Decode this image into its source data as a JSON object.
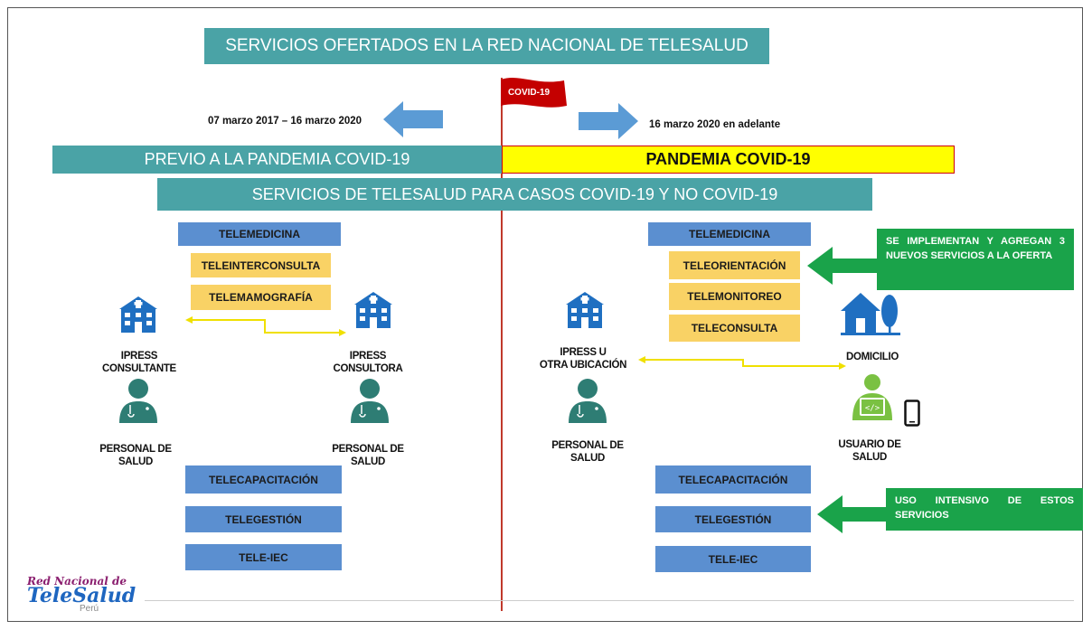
{
  "title": "SERVICIOS OFERTADOS EN LA RED NACIONAL DE TELESALUD",
  "flag_label": "COVID-19",
  "left_date": "07 marzo 2017 – 16 marzo 2020",
  "right_date": "16 marzo 2020  en adelante",
  "left_banner": "PREVIO A LA PANDEMIA COVID-19",
  "right_banner": "PANDEMIA COVID-19",
  "services_banner": "SERVICIOS DE TELESALUD PARA CASOS COVID-19 Y NO COVID-19",
  "left": {
    "services": [
      "TELEMEDICINA",
      "TELEINTERCONSULTA",
      "TELEMAMOGRAFÍA"
    ],
    "ipress_consultante": [
      "IPRESS",
      "CONSULTANTE"
    ],
    "ipress_consultora": [
      "IPRESS",
      "CONSULTORA"
    ],
    "personal_a": [
      "PERSONAL DE",
      "SALUD"
    ],
    "personal_b": [
      "PERSONAL DE",
      "SALUD"
    ],
    "bottom_services": [
      "TELECAPACITACIÓN",
      "TELEGESTIÓN",
      "TELE-IEC"
    ]
  },
  "right": {
    "services": [
      "TELEMEDICINA",
      "TELEORIENTACIÓN",
      "TELEMONITOREO",
      "TELECONSULTA"
    ],
    "ipress": [
      "IPRESS U",
      "OTRA UBICACIÓN"
    ],
    "domicilio": "DOMICILIO",
    "personal": [
      "PERSONAL DE",
      "SALUD"
    ],
    "usuario": [
      "USUARIO DE",
      "SALUD"
    ],
    "bottom_services": [
      "TELECAPACITACIÓN",
      "TELEGESTIÓN",
      "TELE-IEC"
    ],
    "note_new": "SE IMPLEMENTAN Y AGREGAN 3 NUEVOS SERVICIOS A LA OFERTA",
    "note_intensive": "USO INTENSIVO DE ESTOS SERVICIOS"
  },
  "logo": {
    "line1": "Red Nacional de",
    "line2": "TeleSalud",
    "line3": "Perú"
  },
  "colors": {
    "teal": "#4aa3a6",
    "blue": "#5b8fd0",
    "gold": "#f9d265",
    "yellow": "#ffff00",
    "green": "#1aa34a",
    "red_line": "#c0392b",
    "arrow_blue": "#5b9bd5"
  }
}
